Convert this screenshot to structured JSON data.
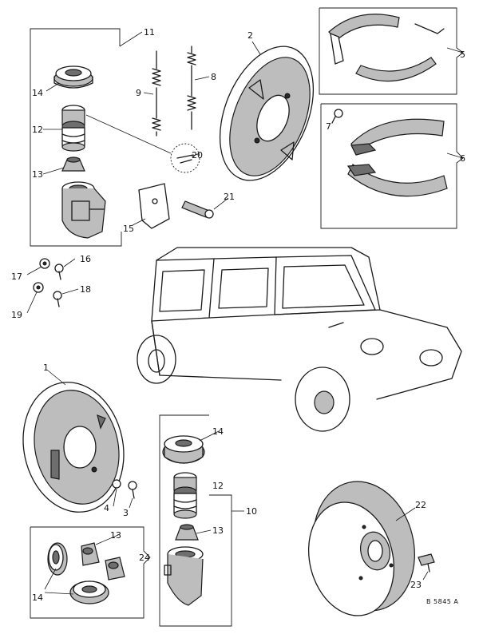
{
  "callouts": [
    {
      "id": "c11",
      "text": "11"
    },
    {
      "id": "c2",
      "text": "2"
    },
    {
      "id": "c5",
      "text": "5"
    },
    {
      "id": "c14a",
      "text": "14"
    },
    {
      "id": "c9",
      "text": "9"
    },
    {
      "id": "c8",
      "text": "8"
    },
    {
      "id": "c12a",
      "text": "12"
    },
    {
      "id": "c7",
      "text": "7"
    },
    {
      "id": "c6",
      "text": "6"
    },
    {
      "id": "c13a",
      "text": "13"
    },
    {
      "id": "c20",
      "text": "20"
    },
    {
      "id": "c21",
      "text": "21"
    },
    {
      "id": "c15",
      "text": "15"
    },
    {
      "id": "c17",
      "text": "17"
    },
    {
      "id": "c16",
      "text": "16"
    },
    {
      "id": "c18",
      "text": "18"
    },
    {
      "id": "c19",
      "text": "19"
    },
    {
      "id": "c1",
      "text": "1"
    },
    {
      "id": "c14b",
      "text": "14"
    },
    {
      "id": "c12b",
      "text": "12"
    },
    {
      "id": "c4",
      "text": "4"
    },
    {
      "id": "c3",
      "text": "3"
    },
    {
      "id": "c10",
      "text": "10"
    },
    {
      "id": "c13b",
      "text": "13"
    },
    {
      "id": "c22",
      "text": "22"
    },
    {
      "id": "c13c",
      "text": "13"
    },
    {
      "id": "c24",
      "text": "24"
    },
    {
      "id": "c14c",
      "text": "14"
    },
    {
      "id": "c23",
      "text": "23"
    }
  ],
  "reference_code": "B 5845 A"
}
